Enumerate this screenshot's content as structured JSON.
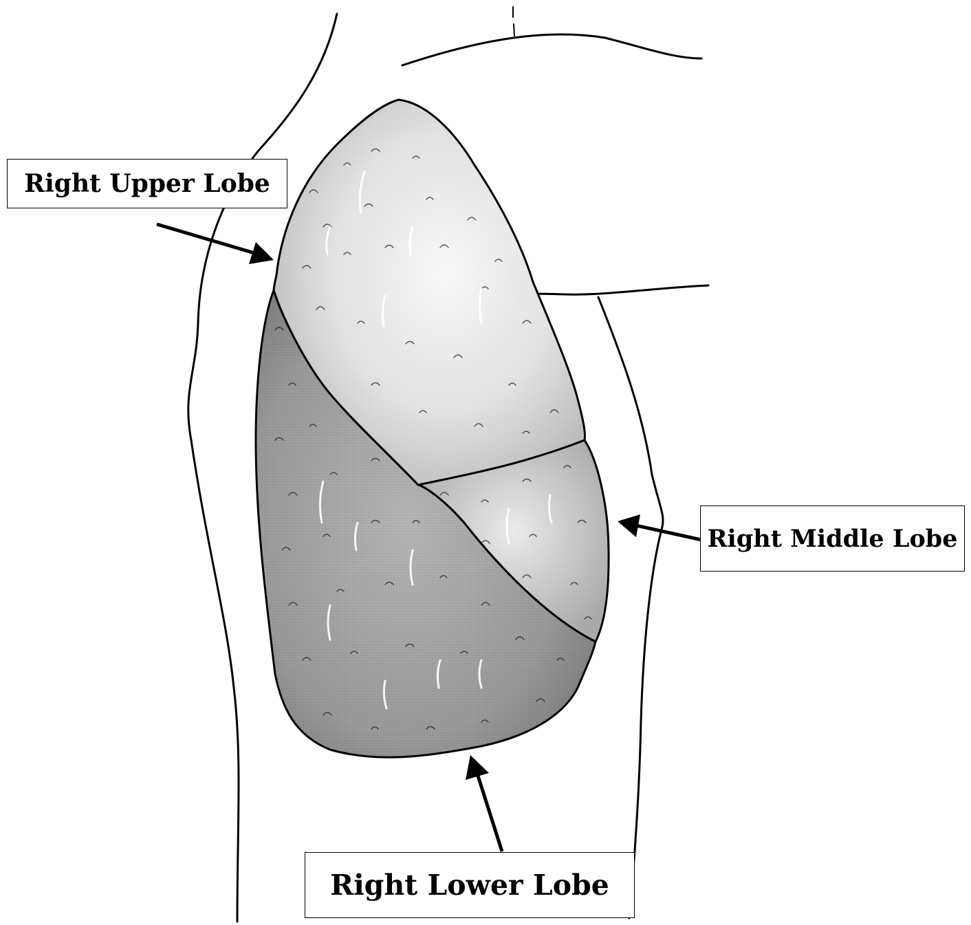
{
  "labels": {
    "upper": "Right Upper Lobe",
    "middle": "Right Middle Lobe",
    "lower": "Right Lower Lobe"
  },
  "colors": {
    "upper_lobe_fill": "#e4e4e4",
    "middle_lobe_fill": "#c9c9c9",
    "lower_lobe_fill": "#9a9a9a",
    "outline": "#000000",
    "background": "#ffffff"
  }
}
